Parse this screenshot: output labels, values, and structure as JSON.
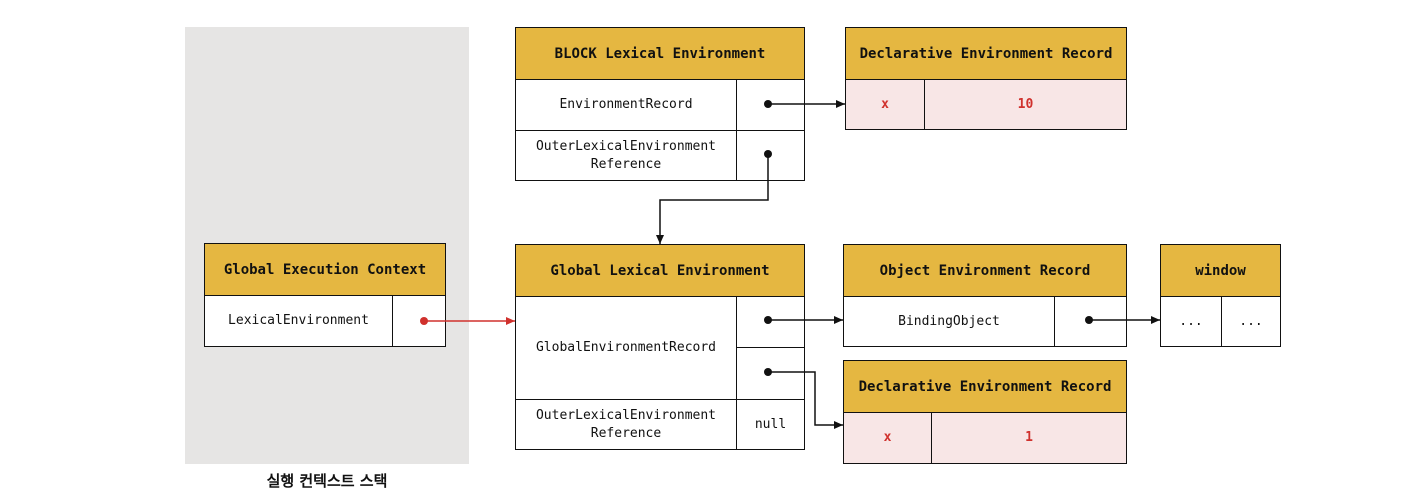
{
  "stack": {
    "label": "실행 컨텍스트 스택",
    "context_title": "Global Execution Context",
    "context_field": "LexicalEnvironment"
  },
  "block_env": {
    "title": "BLOCK Lexical Environment",
    "record_label": "EnvironmentRecord",
    "outer_label_line1": "OuterLexicalEnvironment",
    "outer_label_line2": "Reference"
  },
  "block_record": {
    "title": "Declarative Environment Record",
    "name": "x",
    "value": "10"
  },
  "global_env": {
    "title": "Global Lexical Environment",
    "record_label": "GlobalEnvironmentRecord",
    "outer_label_line1": "OuterLexicalEnvironment",
    "outer_label_line2": "Reference",
    "outer_value": "null"
  },
  "object_record": {
    "title": "Object Environment Record",
    "field": "BindingObject"
  },
  "window": {
    "title": "window",
    "cell1": "...",
    "cell2": "..."
  },
  "global_decl_record": {
    "title": "Declarative Environment Record",
    "name": "x",
    "value": "1"
  },
  "colors": {
    "header": "#e5b741",
    "stack_bg": "#e6e5e4",
    "record_bg": "#f8e6e6",
    "accent_red": "#d0312d"
  }
}
